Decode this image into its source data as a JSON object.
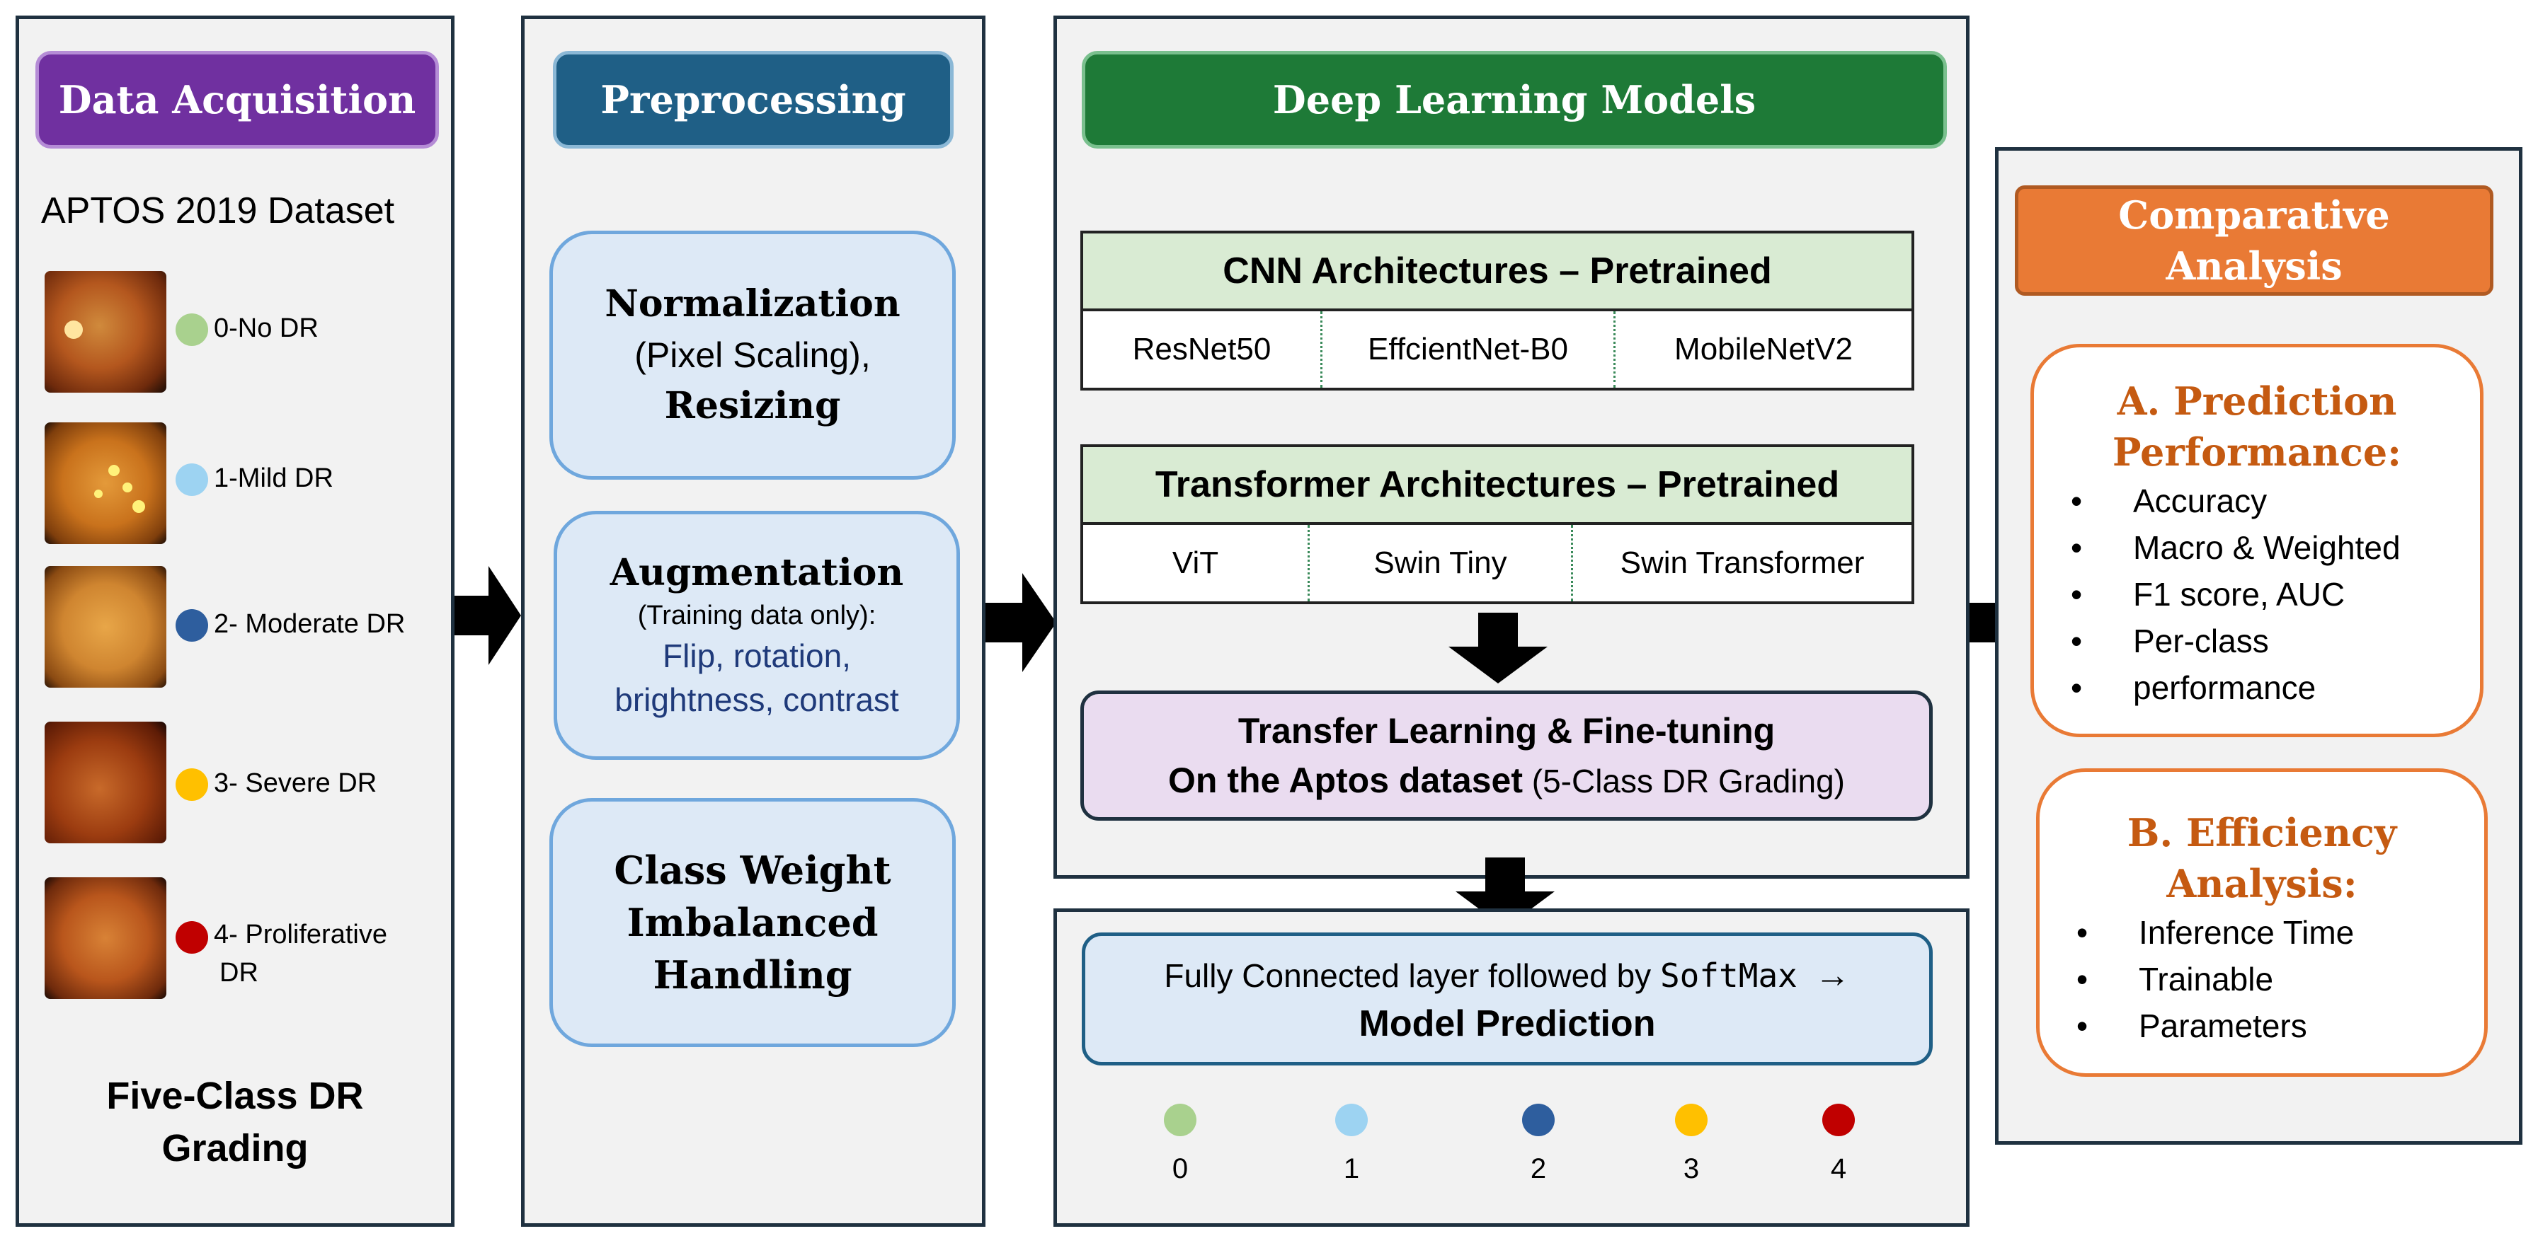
{
  "acquisition": {
    "header": "Data Acquisition",
    "dataset": "APTOS 2019 Dataset",
    "classes": [
      {
        "label": "0-No DR",
        "color": "#a9d18e"
      },
      {
        "label": "1-Mild DR",
        "color": "#9dd3f2"
      },
      {
        "label": "2- Moderate DR",
        "color": "#2e5e9e"
      },
      {
        "label": "3- Severe DR",
        "color": "#ffc000"
      },
      {
        "label": "4- Proliferative",
        "label2": "DR",
        "color": "#c00000"
      }
    ],
    "footer_line1": "Five-Class DR",
    "footer_line2": "Grading"
  },
  "preprocessing": {
    "header": "Preprocessing",
    "normalization": {
      "title": "Normalization",
      "sub": "(Pixel Scaling),",
      "title2": "Resizing"
    },
    "augmentation": {
      "title": "Augmentation",
      "note": "(Training data only):",
      "ops1": "Flip, rotation,",
      "ops2": "brightness, contrast"
    },
    "class_weight": {
      "line1": "Class Weight",
      "line2": "Imbalanced",
      "line3": "Handling"
    }
  },
  "models": {
    "header": "Deep Learning Models",
    "cnn": {
      "title": "CNN Architectures – Pretrained",
      "items": [
        "ResNet50",
        "EffcientNet-B0",
        "MobileNetV2"
      ]
    },
    "transformer": {
      "title": "Transformer Architectures – Pretrained",
      "items": [
        "ViT",
        "Swin Tiny",
        "Swin Transformer"
      ]
    },
    "transfer": {
      "line1": "Transfer Learning & Fine-tuning",
      "line2_bold": "On the Aptos dataset",
      "line2_rest": " (5-Class DR Grading)"
    }
  },
  "prediction": {
    "line1": "Fully Connected layer followed by ",
    "softmax": "SoftMax",
    "arrow": "→",
    "line2": "Model Prediction",
    "outputs": [
      {
        "label": "0",
        "color": "#a9d18e"
      },
      {
        "label": "1",
        "color": "#9dd3f2"
      },
      {
        "label": "2",
        "color": "#2e5e9e"
      },
      {
        "label": "3",
        "color": "#ffc000"
      },
      {
        "label": "4",
        "color": "#c00000"
      }
    ]
  },
  "analysis": {
    "header_line1": "Comparative",
    "header_line2": "Analysis",
    "prediction_perf": {
      "title1": "A. Prediction",
      "title2": "Performance:",
      "items": [
        "Accuracy",
        "Macro & Weighted",
        "F1 score, AUC",
        "Per-class",
        "performance"
      ]
    },
    "efficiency": {
      "title1": "B. Efficiency",
      "title2": "Analysis:",
      "items": [
        "Inference Time",
        "Trainable",
        "Parameters"
      ]
    }
  },
  "colors": {
    "purple": "#7030a0",
    "teal": "#1f5f86",
    "green": "#1e7a37",
    "orange": "#e97a35",
    "border": "#1f3140"
  }
}
